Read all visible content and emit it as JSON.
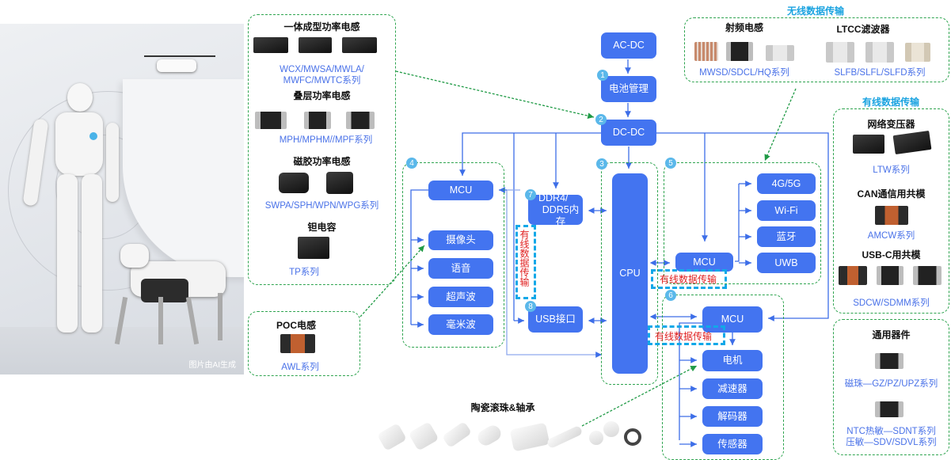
{
  "photo": {
    "caption": "图片由AI生成"
  },
  "left_groups": {
    "power": {
      "g1_title": "一体成型功率电感",
      "g1_series_l1": "WCX/MWSA/MWLA/",
      "g1_series_l2": "MWFC/MWTC系列",
      "g2_title": "叠层功率电感",
      "g2_series": "MPH/MPHM//MPF系列",
      "g3_title": "磁胶功率电感",
      "g3_series": "SWPA/SPH/WPN/WPG系列",
      "g4_title": "钽电容",
      "g4_series": "TP系列"
    },
    "poc": {
      "title": "POC电感",
      "series": "AWL系列"
    }
  },
  "wireless": {
    "section": "无线数据传输",
    "rf_title": "射频电感",
    "rf_series": "MWSD/SDCL/HQ系列",
    "ltcc_title": "LTCC滤波器",
    "ltcc_series": "SLFB/SLFL/SLFD系列"
  },
  "wired": {
    "section": "有线数据传输",
    "net_title": "网络变压器",
    "net_series": "LTW系列",
    "can_title": "CAN通信用共模",
    "can_series": "AMCW系列",
    "usbc_title": "USB-C用共模",
    "usbc_series": "SDCW/SDMM系列"
  },
  "general": {
    "title": "通用器件",
    "s1": "磁珠—GZ/PZ/UPZ系列",
    "s2": "NTC热敏—SDNT系列",
    "s3": "压敏—SDV/SDVL系列"
  },
  "ceramic": {
    "title": "陶瓷滚珠&轴承"
  },
  "diagram": {
    "acdc": "AC-DC",
    "battery": "电池管理",
    "dcdc": "DC-DC",
    "cpu": "CPU",
    "mcu4": "MCU",
    "camera": "摄像头",
    "voice": "语音",
    "ultrasonic": "超声波",
    "mmwave": "毫米波",
    "ddr_l1": "DDR4/",
    "ddr_l2": "DDR5内存",
    "usb": "USB接口",
    "mcu5": "MCU",
    "g45": "4G/5G",
    "wifi": "Wi-Fi",
    "bt": "蓝牙",
    "uwb": "UWB",
    "mcu6": "MCU",
    "motor": "电机",
    "reducer": "减速器",
    "decoder": "解码器",
    "sensor": "传感器",
    "wired_label": "有线数据传输",
    "badges": [
      "1",
      "2",
      "3",
      "4",
      "5",
      "6",
      "7",
      "8"
    ]
  }
}
